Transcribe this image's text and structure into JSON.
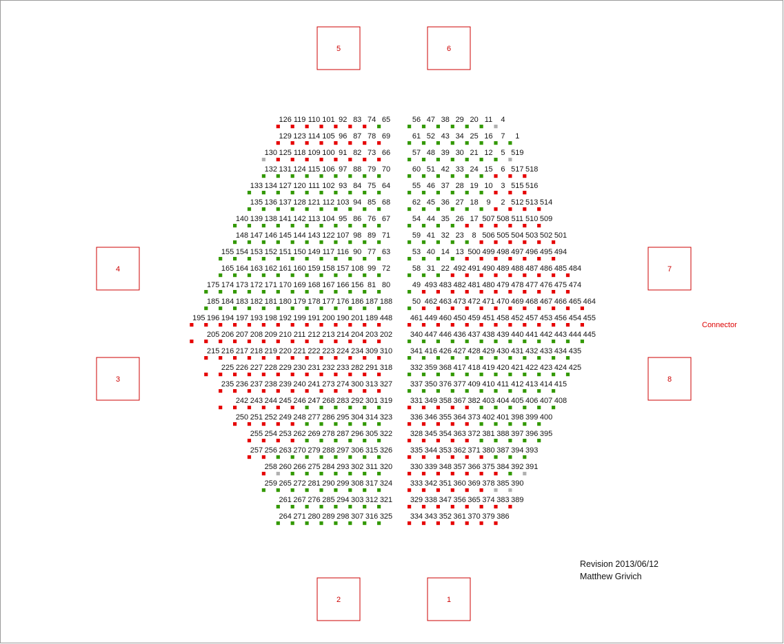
{
  "colors": {
    "red": "#e60000",
    "green": "#339900",
    "gray": "#b0b0b0",
    "box": "#cc0000",
    "connector": "#dd0000",
    "frame": "#9a9a9a"
  },
  "boxes": [
    "1",
    "2",
    "3",
    "4",
    "5",
    "6",
    "7",
    "8"
  ],
  "connector_label": "Connector",
  "revision": "Revision 2013/06/12",
  "author": "Matthew Grivich",
  "rows": [
    {
      "left": [
        "126",
        "119",
        "110",
        "101",
        "92",
        "83",
        "74",
        "65"
      ],
      "right": [
        "56",
        "47",
        "38",
        "29",
        "20",
        "11",
        "4"
      ],
      "marks_left": "RRRRRRRG",
      "marks_right": "GGGGGGX"
    },
    {
      "left": [
        "129",
        "123",
        "114",
        "105",
        "96",
        "87",
        "78",
        "69"
      ],
      "right": [
        "61",
        "52",
        "43",
        "34",
        "25",
        "16",
        "7",
        "1"
      ],
      "marks_left": "RRRRRRRR",
      "marks_right": "GGGGGGGG"
    },
    {
      "left": [
        "130",
        "125",
        "118",
        "109",
        "100",
        "91",
        "82",
        "73",
        "66"
      ],
      "right": [
        "57",
        "48",
        "39",
        "30",
        "21",
        "12",
        "5",
        "519"
      ],
      "marks_left": "XRRRRRRRR",
      "marks_right": "GGGGGGGX"
    },
    {
      "left": [
        "132",
        "131",
        "124",
        "115",
        "106",
        "97",
        "88",
        "79",
        "70"
      ],
      "right": [
        "60",
        "51",
        "42",
        "33",
        "24",
        "15",
        "6",
        "517",
        "518"
      ],
      "marks_left": "GGGGGGGGG",
      "marks_right": "GGGGGGRRR"
    },
    {
      "left": [
        "133",
        "134",
        "127",
        "120",
        "111",
        "102",
        "93",
        "84",
        "75",
        "64"
      ],
      "right": [
        "55",
        "46",
        "37",
        "28",
        "19",
        "10",
        "3",
        "515",
        "516"
      ],
      "marks_left": "GGGGGGGGGG",
      "marks_right": "GGGGGGRRR"
    },
    {
      "left": [
        "135",
        "136",
        "137",
        "128",
        "121",
        "112",
        "103",
        "94",
        "85",
        "68"
      ],
      "right": [
        "62",
        "45",
        "36",
        "27",
        "18",
        "9",
        "2",
        "512",
        "513",
        "514"
      ],
      "marks_left": "GGGGGGGGGG",
      "marks_right": "GGGGGGRRRR"
    },
    {
      "left": [
        "140",
        "139",
        "138",
        "141",
        "142",
        "113",
        "104",
        "95",
        "86",
        "76",
        "67"
      ],
      "right": [
        "54",
        "44",
        "35",
        "26",
        "17",
        "507",
        "508",
        "511",
        "510",
        "509"
      ],
      "marks_left": "GGGGGGGGGGG",
      "marks_right": "GGGGRRRRRR"
    },
    {
      "left": [
        "148",
        "147",
        "146",
        "145",
        "144",
        "143",
        "122",
        "107",
        "98",
        "89",
        "71"
      ],
      "right": [
        "59",
        "41",
        "32",
        "23",
        "8",
        "506",
        "505",
        "504",
        "503",
        "502",
        "501"
      ],
      "marks_left": "GGGGGGGGGGG",
      "marks_right": "GGGGGRRRRRR"
    },
    {
      "left": [
        "155",
        "154",
        "153",
        "152",
        "151",
        "150",
        "149",
        "117",
        "116",
        "90",
        "77",
        "63"
      ],
      "right": [
        "53",
        "40",
        "14",
        "13",
        "500",
        "499",
        "498",
        "497",
        "496",
        "495",
        "494"
      ],
      "marks_left": "GGGGGGGGGGGG",
      "marks_right": "GGGGRRRRRRR"
    },
    {
      "left": [
        "165",
        "164",
        "163",
        "162",
        "161",
        "160",
        "159",
        "158",
        "157",
        "108",
        "99",
        "72"
      ],
      "right": [
        "58",
        "31",
        "22",
        "492",
        "491",
        "490",
        "489",
        "488",
        "487",
        "486",
        "485",
        "484"
      ],
      "marks_left": "GGGGGGGGGGGG",
      "marks_right": "GGGRRRRRRRRR"
    },
    {
      "left": [
        "175",
        "174",
        "173",
        "172",
        "171",
        "170",
        "169",
        "168",
        "167",
        "166",
        "156",
        "81",
        "80"
      ],
      "right": [
        "49",
        "493",
        "483",
        "482",
        "481",
        "480",
        "479",
        "478",
        "477",
        "476",
        "475",
        "474"
      ],
      "marks_left": "GGGGGGGGGGGGG",
      "marks_right": "GRRRRRRRRRRR"
    },
    {
      "left": [
        "185",
        "184",
        "183",
        "182",
        "181",
        "180",
        "179",
        "178",
        "177",
        "176",
        "186",
        "187",
        "188"
      ],
      "right": [
        "50",
        "462",
        "463",
        "473",
        "472",
        "471",
        "470",
        "469",
        "468",
        "467",
        "466",
        "465",
        "464"
      ],
      "marks_left": "GGGGGGGGGGGGG",
      "marks_right": "GRRRRRRRRRRRR"
    },
    {
      "left": [
        "195",
        "196",
        "194",
        "197",
        "193",
        "198",
        "192",
        "199",
        "191",
        "200",
        "190",
        "201",
        "189",
        "448"
      ],
      "right": [
        "461",
        "449",
        "460",
        "450",
        "459",
        "451",
        "458",
        "452",
        "457",
        "453",
        "456",
        "454",
        "455"
      ],
      "marks_left": "RRRRRRRRRRRRRR",
      "marks_right": "RRRRRRRRRRRRR"
    },
    {
      "left": [
        "205",
        "206",
        "207",
        "208",
        "209",
        "210",
        "211",
        "212",
        "213",
        "214",
        "204",
        "203",
        "202"
      ],
      "right": [
        "340",
        "447",
        "446",
        "436",
        "437",
        "438",
        "439",
        "440",
        "441",
        "442",
        "443",
        "444",
        "445"
      ],
      "marks_left": "RRRRRRRRRRRRRR",
      "marks_right": "GGGGGGGGGGGGG"
    },
    {
      "left": [
        "215",
        "216",
        "217",
        "218",
        "219",
        "220",
        "221",
        "222",
        "223",
        "224",
        "234",
        "309",
        "310"
      ],
      "right": [
        "341",
        "416",
        "426",
        "427",
        "428",
        "429",
        "430",
        "431",
        "432",
        "433",
        "434",
        "435"
      ],
      "marks_left": "RRRRRRRRRRRRR",
      "marks_right": "GGGGGGGGGGGG"
    },
    {
      "left": [
        "225",
        "226",
        "227",
        "228",
        "229",
        "230",
        "231",
        "232",
        "233",
        "282",
        "291",
        "318"
      ],
      "right": [
        "332",
        "359",
        "368",
        "417",
        "418",
        "419",
        "420",
        "421",
        "422",
        "423",
        "424",
        "425"
      ],
      "marks_left": "RRRRRRRRRRRRR",
      "marks_right": "GGGGGGGGGGGG"
    },
    {
      "left": [
        "235",
        "236",
        "237",
        "238",
        "239",
        "240",
        "241",
        "273",
        "274",
        "300",
        "313",
        "327"
      ],
      "right": [
        "337",
        "350",
        "376",
        "377",
        "409",
        "410",
        "411",
        "412",
        "413",
        "414",
        "415"
      ],
      "marks_left": "RRRRRRRRRRRR",
      "marks_right": "GGGGGGGGGGG"
    },
    {
      "left": [
        "242",
        "243",
        "244",
        "245",
        "246",
        "247",
        "268",
        "283",
        "292",
        "301",
        "319"
      ],
      "right": [
        "331",
        "349",
        "358",
        "367",
        "382",
        "403",
        "404",
        "405",
        "406",
        "407",
        "408"
      ],
      "marks_left": "RRRRRRGGGGGG",
      "marks_right": "RRRRRGGGGGG"
    },
    {
      "left": [
        "250",
        "251",
        "252",
        "249",
        "248",
        "277",
        "286",
        "295",
        "304",
        "314",
        "323"
      ],
      "right": [
        "336",
        "346",
        "355",
        "364",
        "373",
        "402",
        "401",
        "398",
        "399",
        "400"
      ],
      "marks_left": "RRRRRGGGGGG",
      "marks_right": "RRRRRGGGGG"
    },
    {
      "left": [
        "255",
        "254",
        "253",
        "262",
        "269",
        "278",
        "287",
        "296",
        "305",
        "322"
      ],
      "right": [
        "328",
        "345",
        "354",
        "363",
        "372",
        "381",
        "388",
        "397",
        "396",
        "395"
      ],
      "marks_left": "RRRRGGGGGG",
      "marks_right": "RRRRRGGGGG"
    },
    {
      "left": [
        "257",
        "256",
        "263",
        "270",
        "279",
        "288",
        "297",
        "306",
        "315",
        "326"
      ],
      "right": [
        "335",
        "344",
        "353",
        "362",
        "371",
        "380",
        "387",
        "394",
        "393"
      ],
      "marks_left": "RRGGGGGGGG",
      "marks_right": "RRRRRRGGG"
    },
    {
      "left": [
        "258",
        "260",
        "266",
        "275",
        "284",
        "293",
        "302",
        "311",
        "320"
      ],
      "right": [
        "330",
        "339",
        "348",
        "357",
        "366",
        "375",
        "384",
        "392",
        "391"
      ],
      "marks_left": "RXGGGGGGG",
      "marks_right": "RRRRRRRGX"
    },
    {
      "left": [
        "259",
        "265",
        "272",
        "281",
        "290",
        "299",
        "308",
        "317",
        "324"
      ],
      "right": [
        "333",
        "342",
        "351",
        "360",
        "369",
        "378",
        "385",
        "390"
      ],
      "marks_left": "GGGGGGGGG",
      "marks_right": "RRRRRRXX"
    },
    {
      "left": [
        "261",
        "267",
        "276",
        "285",
        "294",
        "303",
        "312",
        "321"
      ],
      "right": [
        "329",
        "338",
        "347",
        "356",
        "365",
        "374",
        "383",
        "389"
      ],
      "marks_left": "GGGGGGGG",
      "marks_right": "RRRRRRRR"
    },
    {
      "left": [
        "264",
        "271",
        "280",
        "289",
        "298",
        "307",
        "316",
        "325"
      ],
      "right": [
        "334",
        "343",
        "352",
        "361",
        "370",
        "379",
        "386"
      ],
      "marks_left": "GGGGGGGG",
      "marks_right": "RRRRRRR"
    }
  ]
}
